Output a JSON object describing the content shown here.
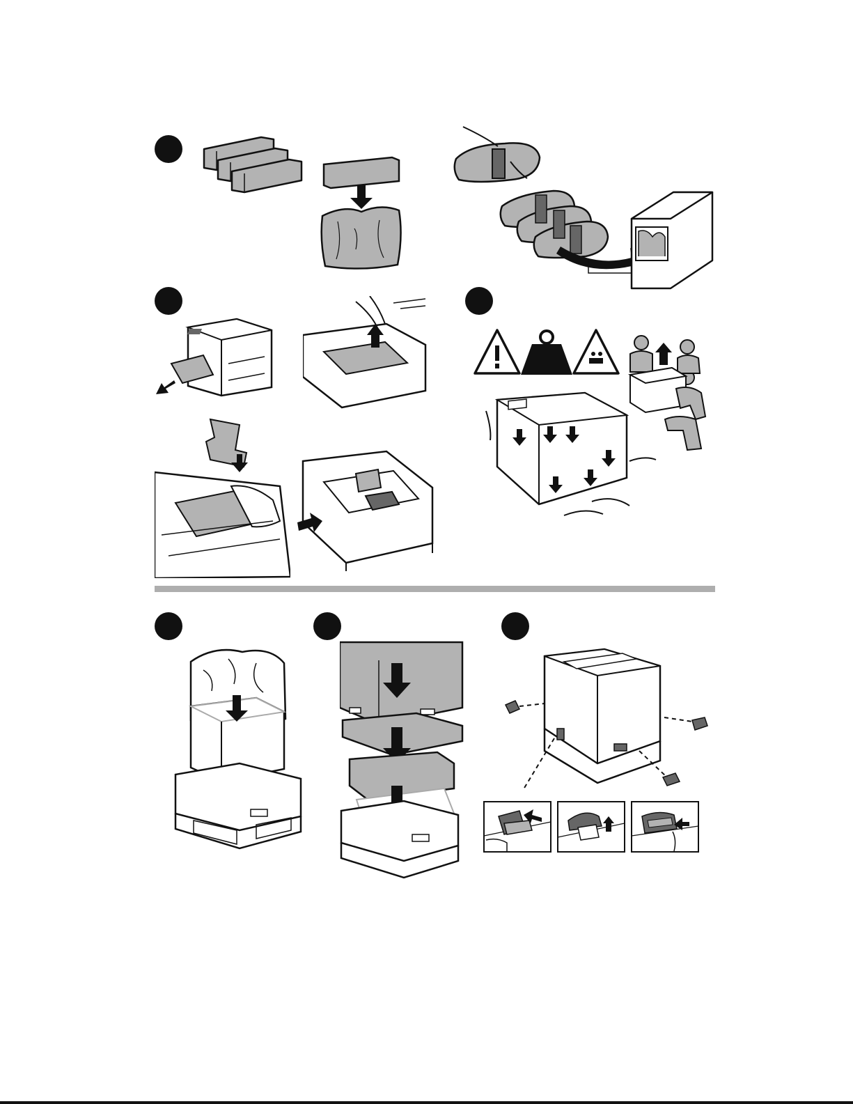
{
  "document": {
    "type": "illustrated packing instructions (printer repacking), wordless",
    "steps": [
      {
        "id": "step-1",
        "badge": "",
        "panels": [
          "toner-cartridges",
          "cartridge-into-bag",
          "seal-and-box-cartridges"
        ]
      },
      {
        "id": "step-2",
        "badge": "",
        "panels": [
          "pull-out-tray",
          "remove-paper",
          "insert-tray-insert",
          "close-tray"
        ]
      },
      {
        "id": "step-3",
        "badge": "",
        "panels": [
          "warning-symbols",
          "three-person-lift",
          "lift-points"
        ]
      },
      {
        "id": "step-4",
        "badge": "",
        "panels": [
          "bag-printer-on-pallet"
        ]
      },
      {
        "id": "step-5",
        "badge": "",
        "panels": [
          "lower-box-onto-pallet"
        ]
      },
      {
        "id": "step-6",
        "badge": "",
        "panels": [
          "insert-box-clips",
          "clip-detail-1",
          "clip-detail-2",
          "clip-detail-3"
        ]
      }
    ]
  },
  "icons": [
    "warning-triangle-icon",
    "weight-icon",
    "lift-hazard-icon",
    "arrow-down-icon",
    "arrow-up-icon",
    "arrow-right-icon"
  ],
  "colors": {
    "ink": "#111111",
    "fill_gray": "#b3b3b3",
    "dark_gray": "#666666",
    "divider": "#aeaeae",
    "paper": "#ffffff"
  }
}
